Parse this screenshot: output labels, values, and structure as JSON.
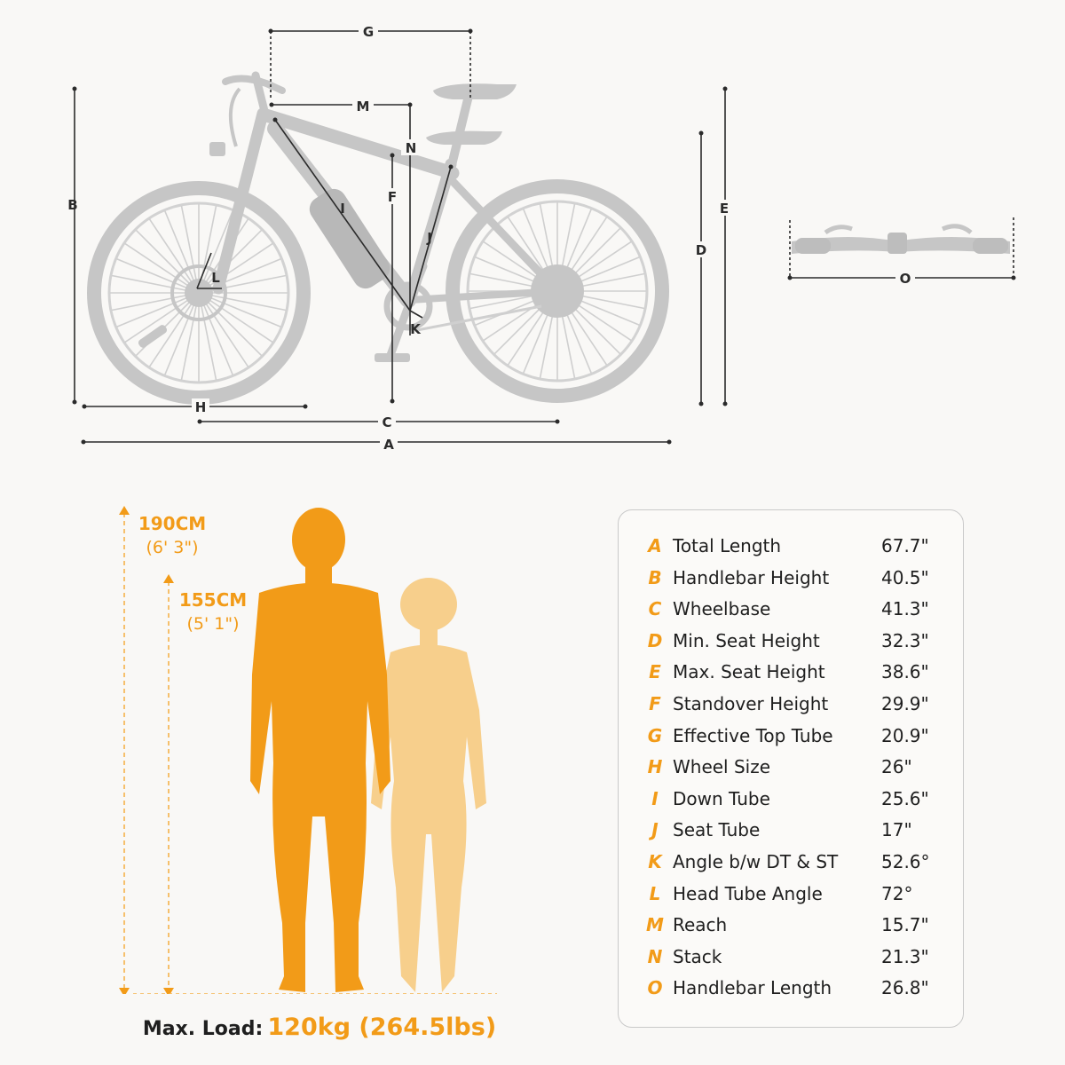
{
  "colors": {
    "accent": "#f29b18",
    "accent_light": "#f7cf8c",
    "bike_gray": "#c6c6c6",
    "line_dark": "#2b2b2b"
  },
  "bike_diagram": {
    "dimension_letters": {
      "a": "A",
      "b": "B",
      "c": "C",
      "d": "D",
      "e": "E",
      "f": "F",
      "g": "G",
      "h": "H",
      "i": "I",
      "j": "J",
      "k": "K",
      "l": "L",
      "m": "M",
      "n": "N",
      "o": "O"
    }
  },
  "rider_heights": {
    "tall": {
      "cm": "190CM",
      "ft": "(6' 3\")"
    },
    "short": {
      "cm": "155CM",
      "ft": "(5' 1\")"
    }
  },
  "specs": [
    {
      "letter": "A",
      "name": "Total Length",
      "value": "67.7\""
    },
    {
      "letter": "B",
      "name": "Handlebar Height",
      "value": "40.5\""
    },
    {
      "letter": "C",
      "name": "Wheelbase",
      "value": "41.3\""
    },
    {
      "letter": "D",
      "name": "Min. Seat Height",
      "value": "32.3\""
    },
    {
      "letter": "E",
      "name": "Max. Seat Height",
      "value": "38.6\""
    },
    {
      "letter": "F",
      "name": "Standover Height",
      "value": "29.9\""
    },
    {
      "letter": "G",
      "name": "Effective Top Tube",
      "value": "20.9\""
    },
    {
      "letter": "H",
      "name": "Wheel Size",
      "value": "26\""
    },
    {
      "letter": "I",
      "name": "Down Tube",
      "value": "25.6\""
    },
    {
      "letter": "J",
      "name": "Seat Tube",
      "value": "17\""
    },
    {
      "letter": "K",
      "name": "Angle b/w DT & ST",
      "value": "52.6°"
    },
    {
      "letter": "L",
      "name": "Head Tube Angle",
      "value": "72°"
    },
    {
      "letter": "M",
      "name": "Reach",
      "value": "15.7\""
    },
    {
      "letter": "N",
      "name": "Stack",
      "value": "21.3\""
    },
    {
      "letter": "O",
      "name": "Handlebar Length",
      "value": "26.8\""
    }
  ],
  "max_load": {
    "label": "Max. Load:",
    "value": "120kg (264.5lbs)"
  }
}
